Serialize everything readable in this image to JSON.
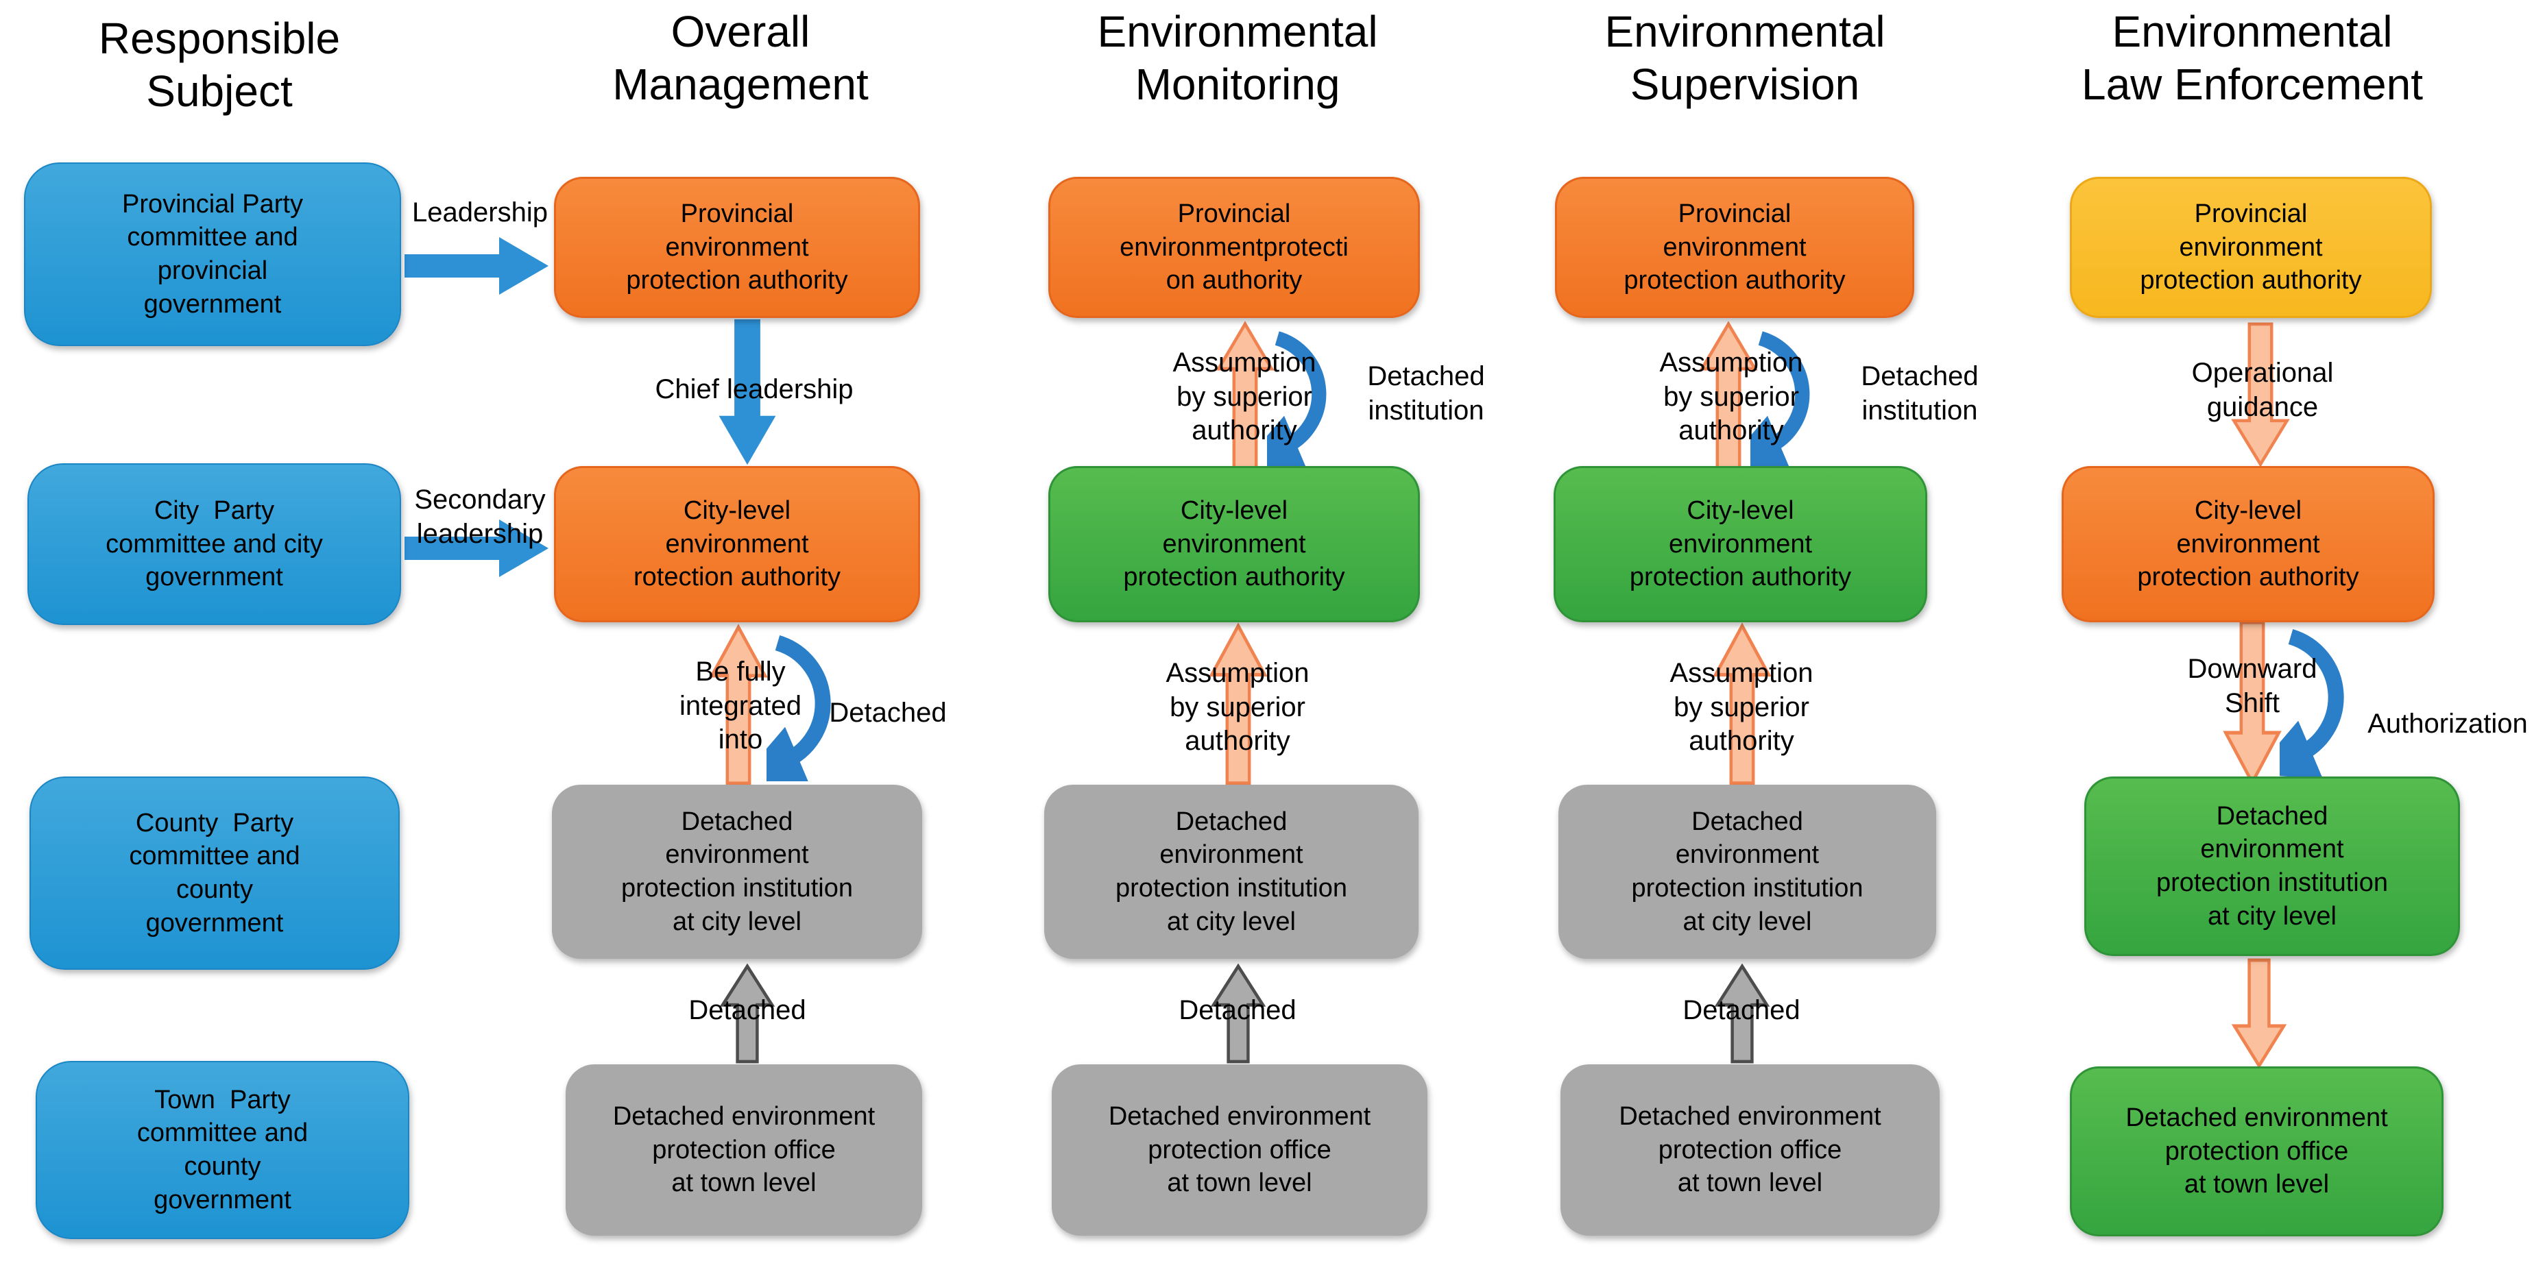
{
  "headers": {
    "col1": "Responsible\nSubject",
    "col2": "Overall\nManagement",
    "col3": "Environmental\nMonitoring",
    "col4": "Environmental\nSupervision",
    "col5": "Environmental\nLaw Enforcement"
  },
  "nodes": {
    "provincial_party": "Provincial Party\ncommittee and\nprovincial\ngovernment",
    "city_party": "City  Party\ncommittee and city\ngovernment",
    "county_party": "County  Party\ncommittee and\ncounty\ngovernment",
    "town_party": "Town  Party\ncommittee and\ncounty\ngovernment",
    "provincial_epa": "Provincial\nenvironment\nprotection authority",
    "provincial_epa_typo": "Provincial\nenvironmentprotecti\non authority",
    "city_epa": "City-level\nenvironment\nprotection authority",
    "city_epa_typo": "City-level\nenvironment\nrotection authority",
    "detached_institution_city": "Detached\nenvironment\nprotection institution\nat city level",
    "detached_office_town": "Detached environment\nprotection office\nat town level"
  },
  "edges": {
    "leadership": "Leadership",
    "secondary_leadership": "Secondary\nleadership",
    "chief_leadership": "Chief leadership",
    "be_fully_integrated_into": "Be fully\nintegrated\ninto",
    "detached": "Detached",
    "assumption_by_superior_authority": "Assumption\nby superior\nauthority",
    "detached_institution": "Detached\ninstitution",
    "operational_guidance": "Operational\nguidance",
    "downward_shift": "Downward\nShift",
    "authorization": "Authorization"
  },
  "colors": {
    "blue_box": "#2d9cd8",
    "orange_box": "#f47b2a",
    "yellow_box": "#fbbf2d",
    "green_box": "#43af49",
    "gray_box": "#a9a9a9",
    "blue_arrow": "#2e90d5",
    "curved_blue_arrow": "#2b7ec8",
    "orange_arrow_fill": "#fbc19e",
    "orange_arrow_stroke": "#f0834f",
    "gray_arrow_fill": "#ababab",
    "gray_arrow_stroke": "#4d4d4d",
    "text": "#000000"
  }
}
